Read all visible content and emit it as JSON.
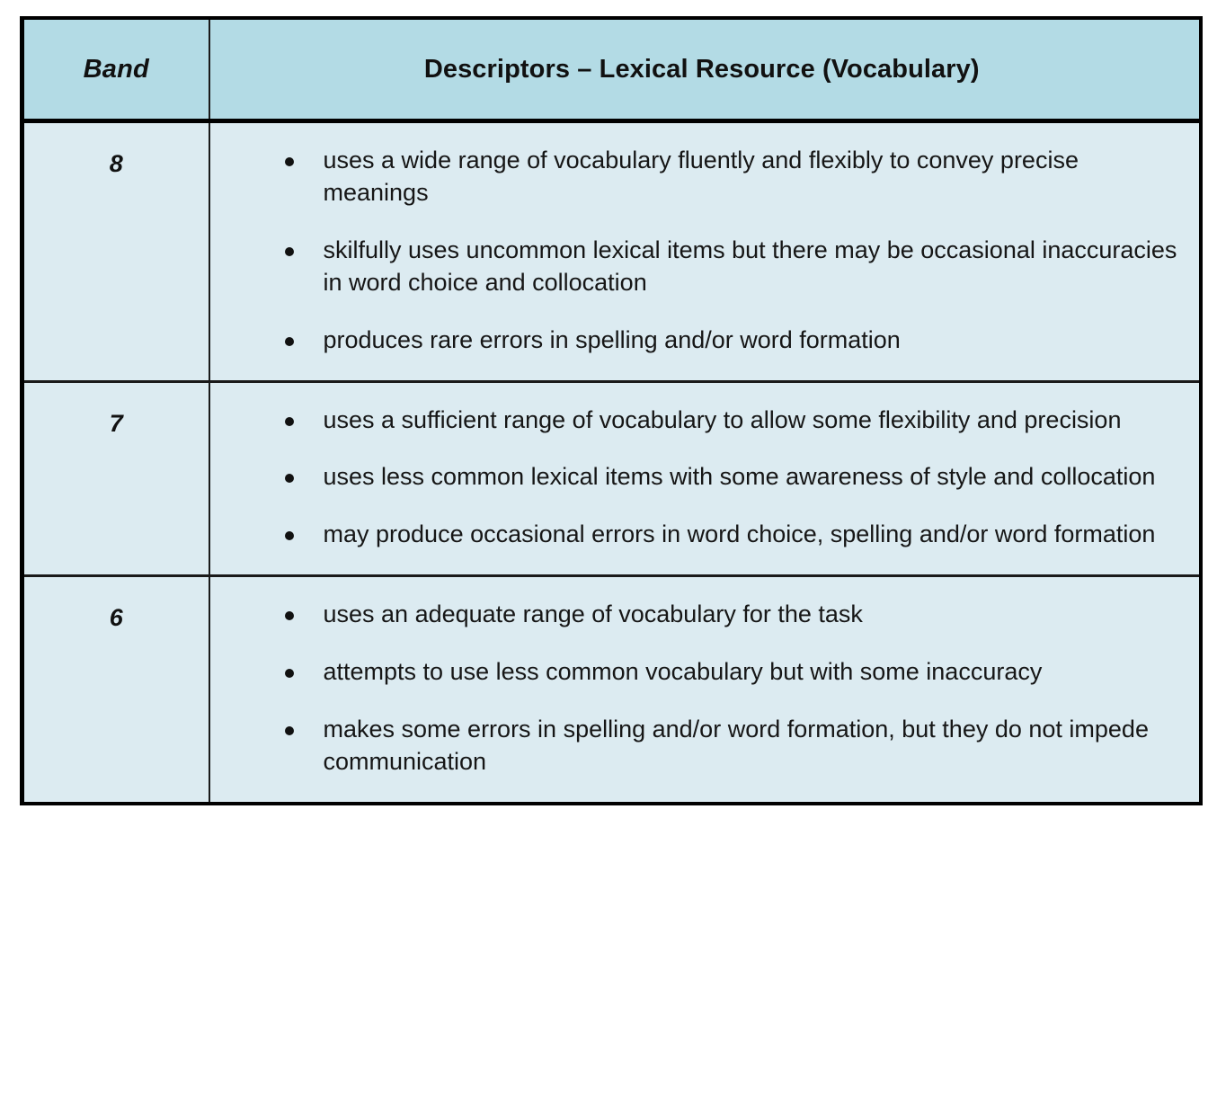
{
  "table": {
    "headers": {
      "band": "Band",
      "descriptors": "Descriptors – Lexical Resource (Vocabulary)"
    },
    "rows": [
      {
        "band": "8",
        "bullets": [
          "uses a wide range of vocabulary fluently and flexibly to convey precise meanings",
          "skilfully uses uncommon lexical items but there may be occasional inaccuracies in word choice and collocation",
          "produces rare errors in spelling and/or word formation"
        ]
      },
      {
        "band": "7",
        "bullets": [
          "uses a sufficient range of vocabulary to allow some flexibility and precision",
          "uses less common lexical items with some awareness of style and collocation",
          "may produce occasional errors in word choice, spelling and/or word formation"
        ]
      },
      {
        "band": "6",
        "bullets": [
          "uses an adequate range of vocabulary for the task",
          "attempts to use less common vocabulary but with some inaccuracy",
          "makes some errors in spelling and/or word formation, but they do not impede communication"
        ]
      }
    ],
    "colors": {
      "header_background": "#b3dbe5",
      "cell_background": "#dcebf1",
      "border": "#000000",
      "text": "#111111"
    }
  }
}
